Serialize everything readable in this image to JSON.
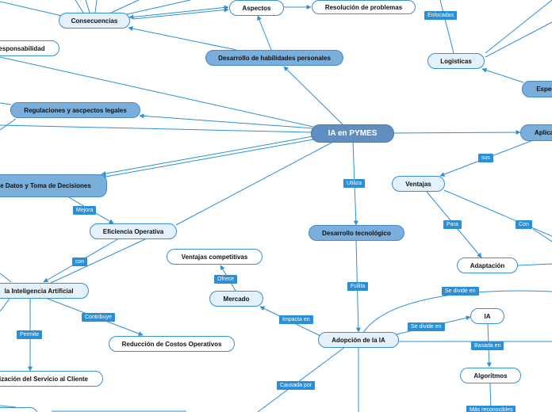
{
  "central": "IA en PYMES",
  "nodes": {
    "aspectos": "Aspectos",
    "resolucion": "Resolución de problemas",
    "consecuencias": "Consecuencias",
    "responsabilidad": "esponsabilidad",
    "habilidades": "Desarrollo de habilidades personales",
    "logisticas": "Logisticas",
    "espec": "Espec",
    "regulaciones": "Regulaciones y ascpectos legales",
    "aplica": "Aplica",
    "datos": "e Datos y Toma de Decisiones",
    "ventajas": "Ventajas",
    "eficiencia": "Eficiencia Operativa",
    "desarrollo_tec": "Desarrollo tecnológico",
    "ventajas_comp": "Ventajas competitivas",
    "adaptacion": "Adaptación",
    "ia_artificial": "la Inteligencia Artificial",
    "mercado": "Mercado",
    "ia": "IA",
    "reduccion": "Reducción de Costos Operativos",
    "adopcion": "Adopción de la IA",
    "algoritmos": "Algoritmos",
    "servicio": "ización del Servicio al Cliente"
  },
  "tags": {
    "enfocadas": "Enfocadas",
    "utiliza": "Utiliza",
    "sus": "sus",
    "mejora": "Mejora",
    "para": "Para",
    "con_right": "Con",
    "con_left": "con",
    "ofrece": "Ofrece",
    "facilita": "Fcilita",
    "se_divide_1": "Se divide en",
    "impacta": "Impacta en",
    "se_divide_2": "Se divide en",
    "contribuye": "Contribuye",
    "permite": "Permite",
    "basada": "Basada en",
    "causada": "Causada por",
    "mas_reconocibles": "Más reconocibles"
  },
  "colors": {
    "line": "#2b8fd6",
    "tag": "#2a8fd7",
    "central": "#5f8fbf",
    "main_topic": "#7aaedb",
    "light_topic": "#e4f0fa"
  }
}
